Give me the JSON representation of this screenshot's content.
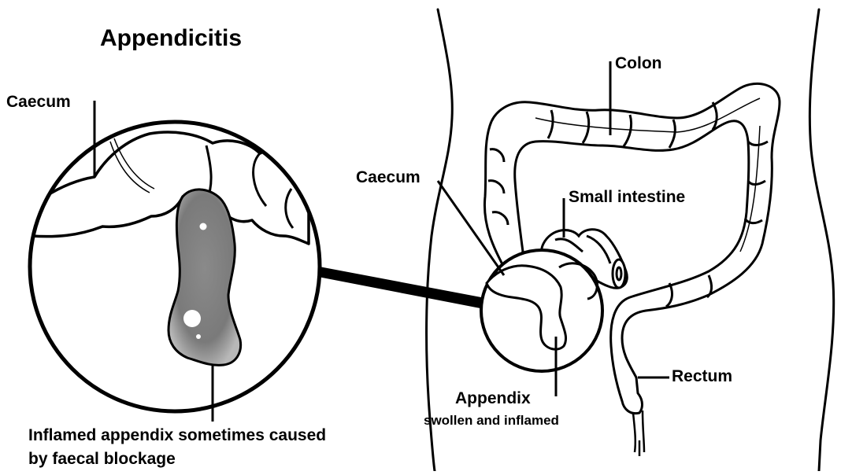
{
  "title": "Appendicitis",
  "labels": {
    "caecum_zoom": "Caecum",
    "caecum_body": "Caecum",
    "colon": "Colon",
    "small_intestine": "Small intestine",
    "rectum": "Rectum",
    "appendix": "Appendix",
    "appendix_note": "swollen and inflamed",
    "caption_line1": "Inflamed appendix sometimes caused",
    "caption_line2": "by faecal blockage"
  },
  "colors": {
    "ink": "#000000",
    "inflamed_fill": "#7a7a7a",
    "inflamed_fill_light": "#b0b0b0",
    "background": "#ffffff"
  }
}
